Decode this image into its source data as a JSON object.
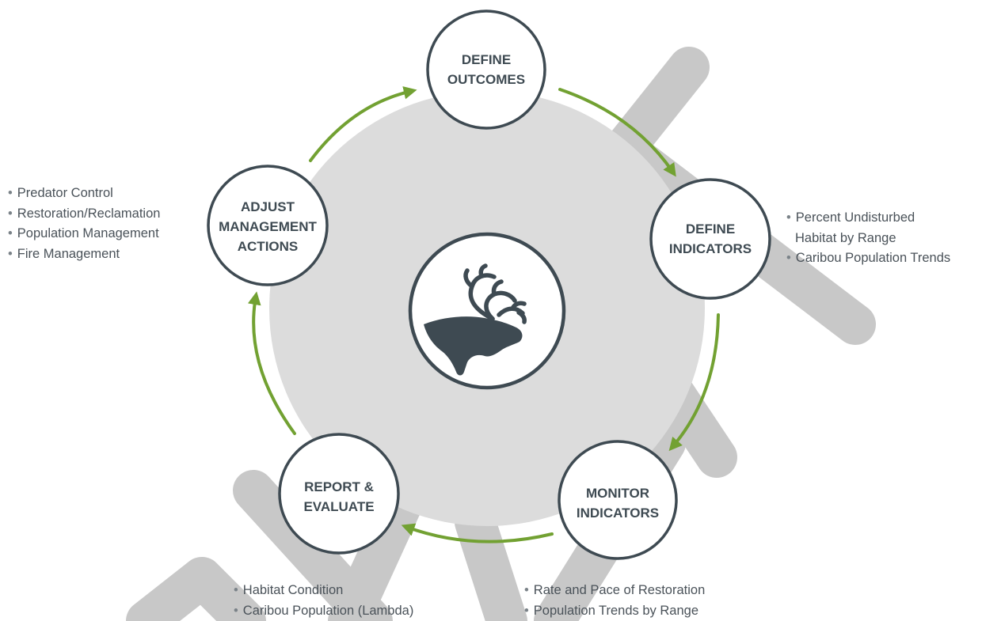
{
  "colors": {
    "background_circle": "#dcdcdc",
    "node_fill": "#ffffff",
    "node_border": "#3e4a52",
    "node_text": "#3e4a52",
    "arrow": "#72a132",
    "watermark": "#c8c8c8",
    "bullet_text": "#4a5259",
    "caribou": "#3e4a52"
  },
  "center_icon": "caribou-head-icon",
  "nodes": [
    {
      "id": "define-outcomes",
      "lines": [
        "DEFINE",
        "OUTCOMES"
      ]
    },
    {
      "id": "define-indicators",
      "lines": [
        "DEFINE",
        "INDICATORS"
      ]
    },
    {
      "id": "monitor-indicators",
      "lines": [
        "MONITOR",
        "INDICATORS"
      ]
    },
    {
      "id": "report-evaluate",
      "lines": [
        "REPORT &",
        "EVALUATE"
      ]
    },
    {
      "id": "adjust-management-actions",
      "lines": [
        "ADJUST",
        "MANAGEMENT",
        "ACTIONS"
      ]
    }
  ],
  "bullets": {
    "adjust_actions": [
      "Predator Control",
      "Restoration/Reclamation",
      "Population Management",
      "Fire Management"
    ],
    "define_indicators": {
      "item1_line1": "Percent Undisturbed",
      "item1_line2": "Habitat by Range",
      "item2": "Caribou Population Trends"
    },
    "report_evaluate": [
      "Habitat Condition",
      "Caribou Population (Lambda)"
    ],
    "monitor_indicators": [
      "Rate and Pace of Restoration",
      "Population Trends by Range"
    ]
  }
}
